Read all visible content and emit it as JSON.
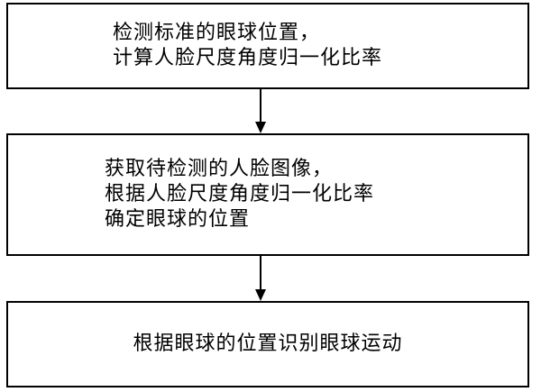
{
  "flowchart": {
    "steps": [
      {
        "lines": [
          "检测标准的眼球位置，",
          "计算人脸尺度角度归一化比率"
        ]
      },
      {
        "lines": [
          "获取待检测的人脸图像，",
          "根据人脸尺度角度归一化比率",
          "确定眼球的位置"
        ]
      },
      {
        "lines": [
          "根据眼球的位置识别眼球运动"
        ]
      }
    ],
    "colors": {
      "border": "#000000",
      "text": "#000000",
      "background": "#ffffff"
    }
  }
}
